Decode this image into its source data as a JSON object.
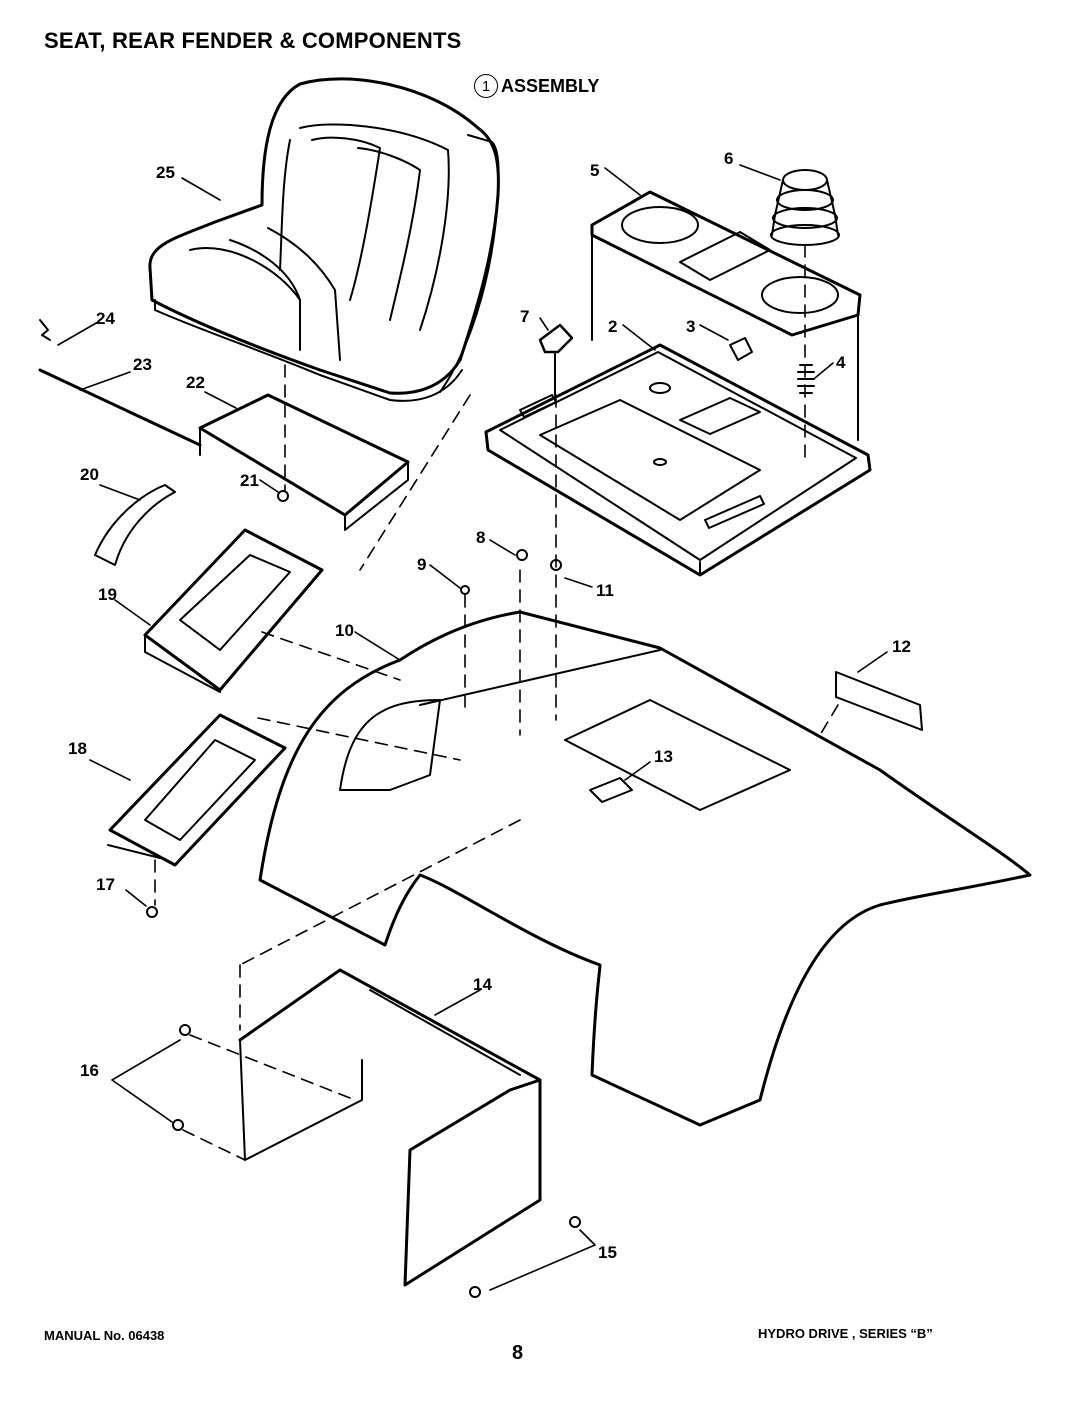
{
  "header": {
    "title": "SEAT, REAR FENDER & COMPONENTS",
    "assembly_number": "1",
    "assembly_label": "ASSEMBLY"
  },
  "callouts": {
    "c2": "2",
    "c3": "3",
    "c4": "4",
    "c5": "5",
    "c6": "6",
    "c7": "7",
    "c8": "8",
    "c9": "9",
    "c10": "10",
    "c11": "11",
    "c12": "12",
    "c13": "13",
    "c14": "14",
    "c15": "15",
    "c16": "16",
    "c17": "17",
    "c18": "18",
    "c19": "19",
    "c20": "20",
    "c21": "21",
    "c22": "22",
    "c23": "23",
    "c24": "24",
    "c25": "25"
  },
  "footer": {
    "manual": "MANUAL No. 06438",
    "page": "8",
    "series": "HYDRO DRIVE , SERIES “B”"
  }
}
